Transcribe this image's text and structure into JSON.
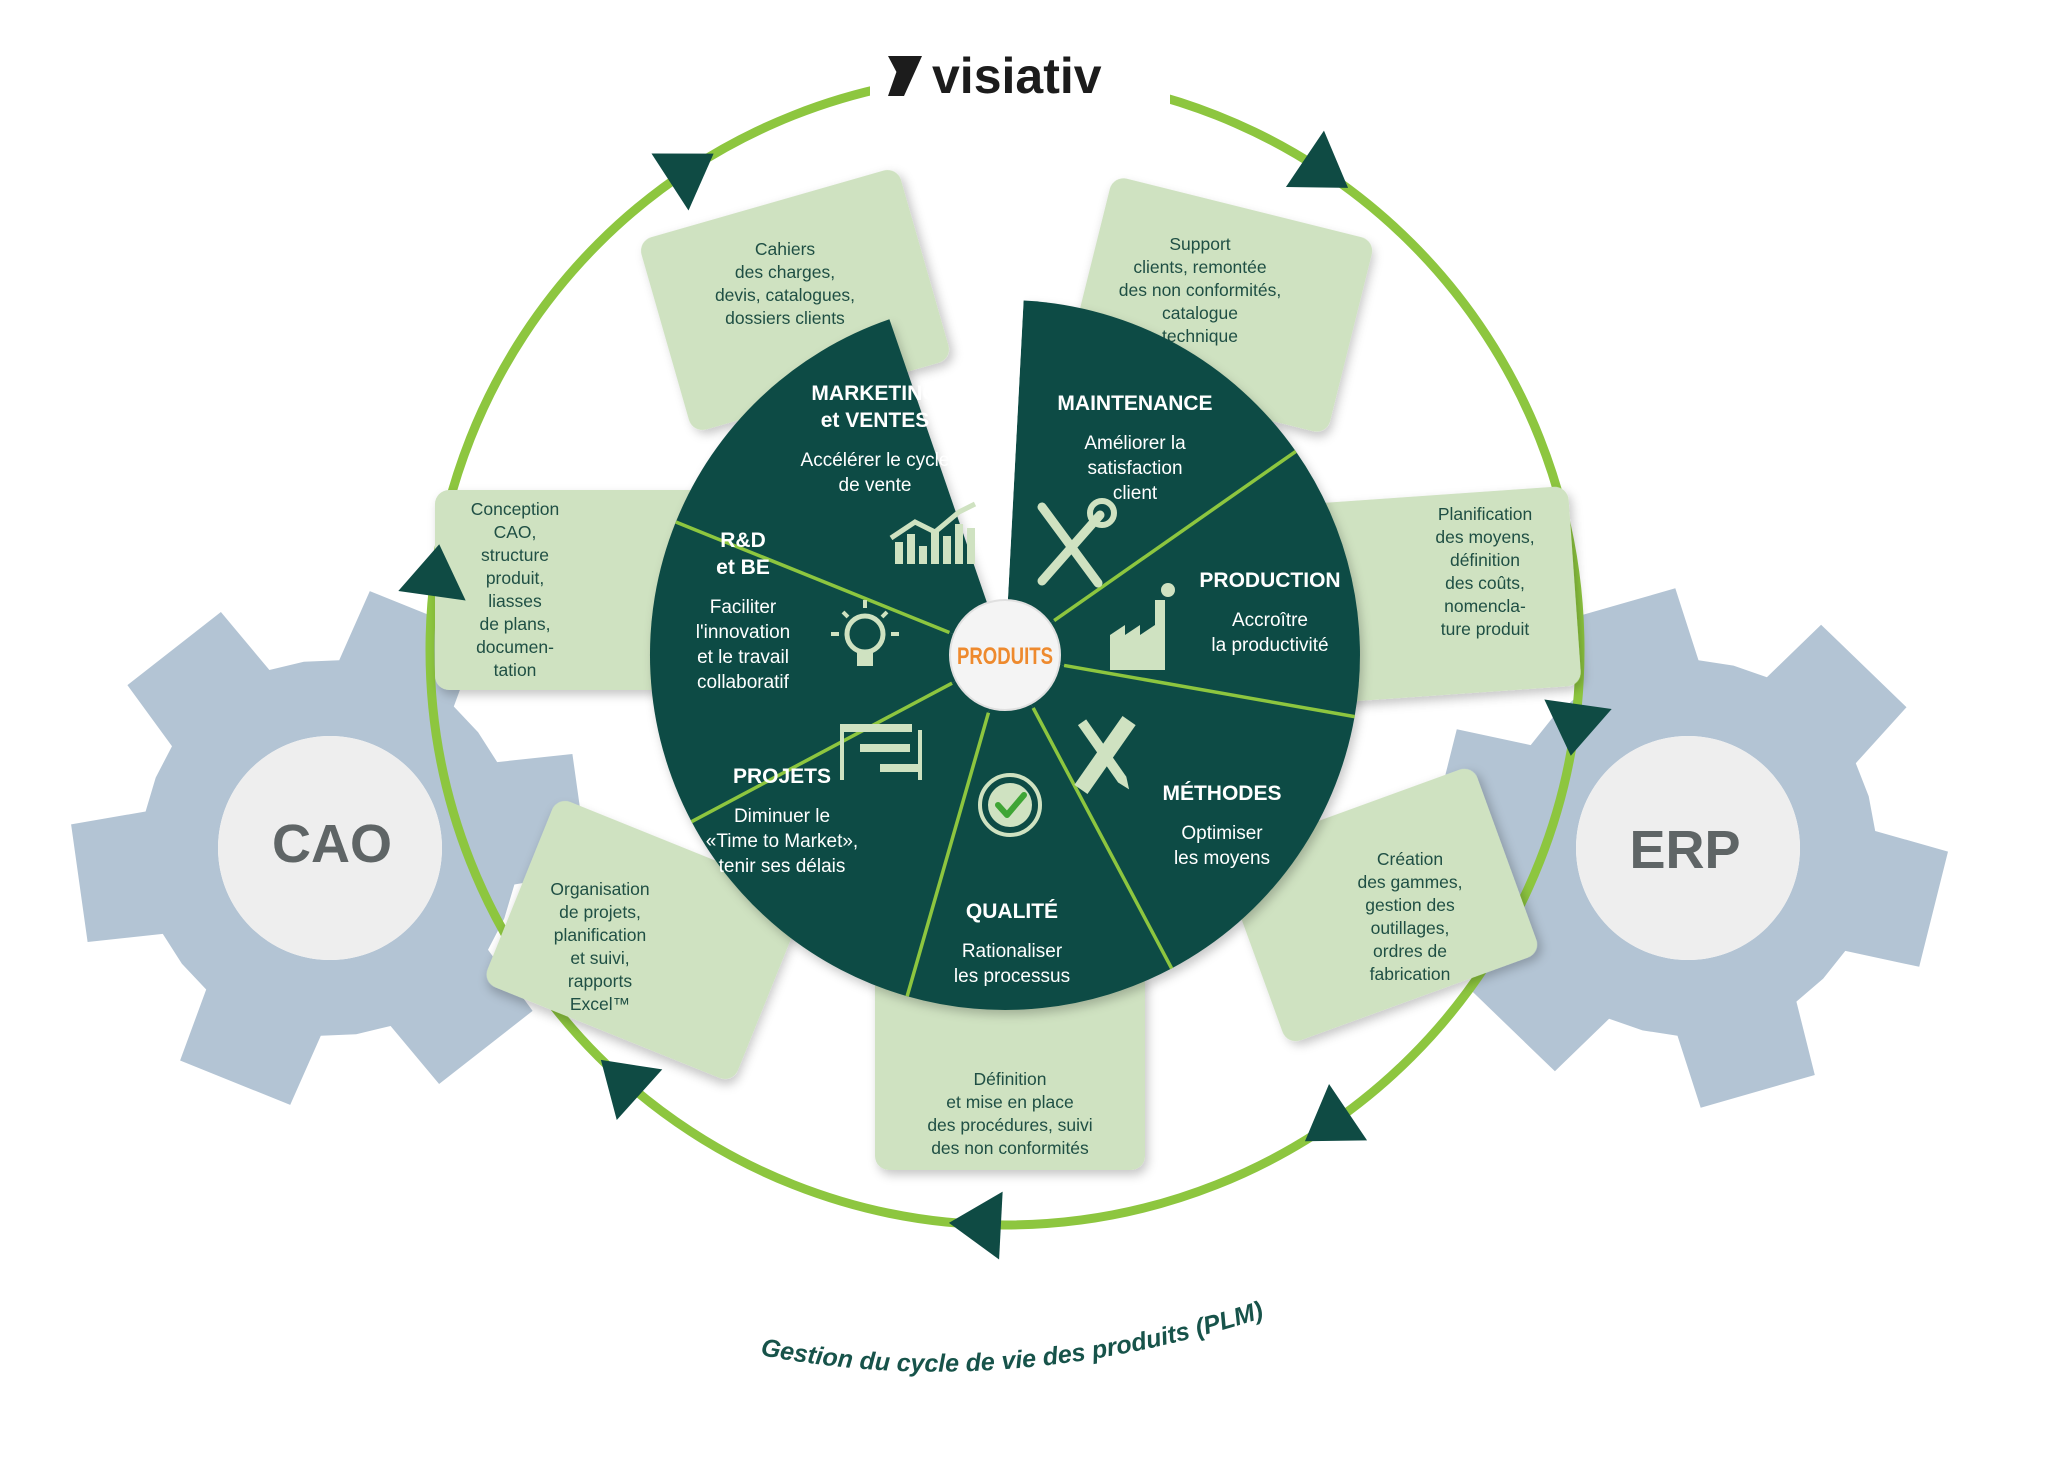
{
  "brand": {
    "name": "visiativ"
  },
  "center": {
    "label": "PRODUITS"
  },
  "gears": {
    "left": "CAO",
    "right": "ERP"
  },
  "cycle": {
    "label": "Gestion du cycle de vie des produits (PLM)"
  },
  "colors": {
    "wheel": "#0f4b44",
    "card": "#cfe2c1",
    "ring": "#8dc63f",
    "arrow": "#0f4b44",
    "gear": "#b3c4d4",
    "accent": "#ee8a2e"
  },
  "segments": [
    {
      "id": "maintenance",
      "title": [
        "MAINTENANCE"
      ],
      "desc": [
        "Améliorer la",
        "satisfaction",
        "client"
      ],
      "icon": "wrench-screwdriver-icon",
      "card": [
        "Support",
        "clients, remontée",
        "des non conformités,",
        "catalogue",
        "technique"
      ]
    },
    {
      "id": "production",
      "title": [
        "PRODUCTION"
      ],
      "desc": [
        "Accroître",
        "la productivité"
      ],
      "icon": "factory-icon",
      "card": [
        "Planification",
        "des moyens,",
        "définition",
        "des coûts,",
        "nomencla-",
        "ture produit"
      ]
    },
    {
      "id": "methodes",
      "title": [
        "MÉTHODES"
      ],
      "desc": [
        "Optimiser",
        "les moyens"
      ],
      "icon": "pencil-ruler-icon",
      "card": [
        "Création",
        "des gammes,",
        "gestion des",
        "outillages,",
        "ordres de",
        "fabrication"
      ]
    },
    {
      "id": "qualite",
      "title": [
        "QUALITÉ"
      ],
      "desc": [
        "Rationaliser",
        "les processus"
      ],
      "icon": "quality-seal-icon",
      "card": [
        "Définition",
        "et mise en place",
        "des procédures, suivi",
        "des non conformités"
      ]
    },
    {
      "id": "projets",
      "title": [
        "PROJETS"
      ],
      "desc": [
        "Diminuer le",
        "«Time to Market»,",
        "tenir ses délais"
      ],
      "icon": "gantt-chart-icon",
      "card": [
        "Organisation",
        "de projets,",
        "planification",
        "et suivi,",
        "rapports",
        "Excel™"
      ]
    },
    {
      "id": "rd-be",
      "title": [
        "R&D",
        "et BE"
      ],
      "desc": [
        "Faciliter",
        "l'innovation",
        "et le travail",
        "collaboratif"
      ],
      "icon": "lightbulb-icon",
      "card": [
        "Conception",
        "CAO,",
        "structure",
        "produit,",
        "liasses",
        "de plans,",
        "documen-",
        "tation"
      ]
    },
    {
      "id": "marketing",
      "title": [
        "MARKETING",
        "et VENTES"
      ],
      "desc": [
        "Accélérer le cycle",
        "de vente"
      ],
      "icon": "sales-chart-icon",
      "card": [
        "Cahiers",
        "des charges,",
        "devis, catalogues,",
        "dossiers clients"
      ]
    }
  ]
}
